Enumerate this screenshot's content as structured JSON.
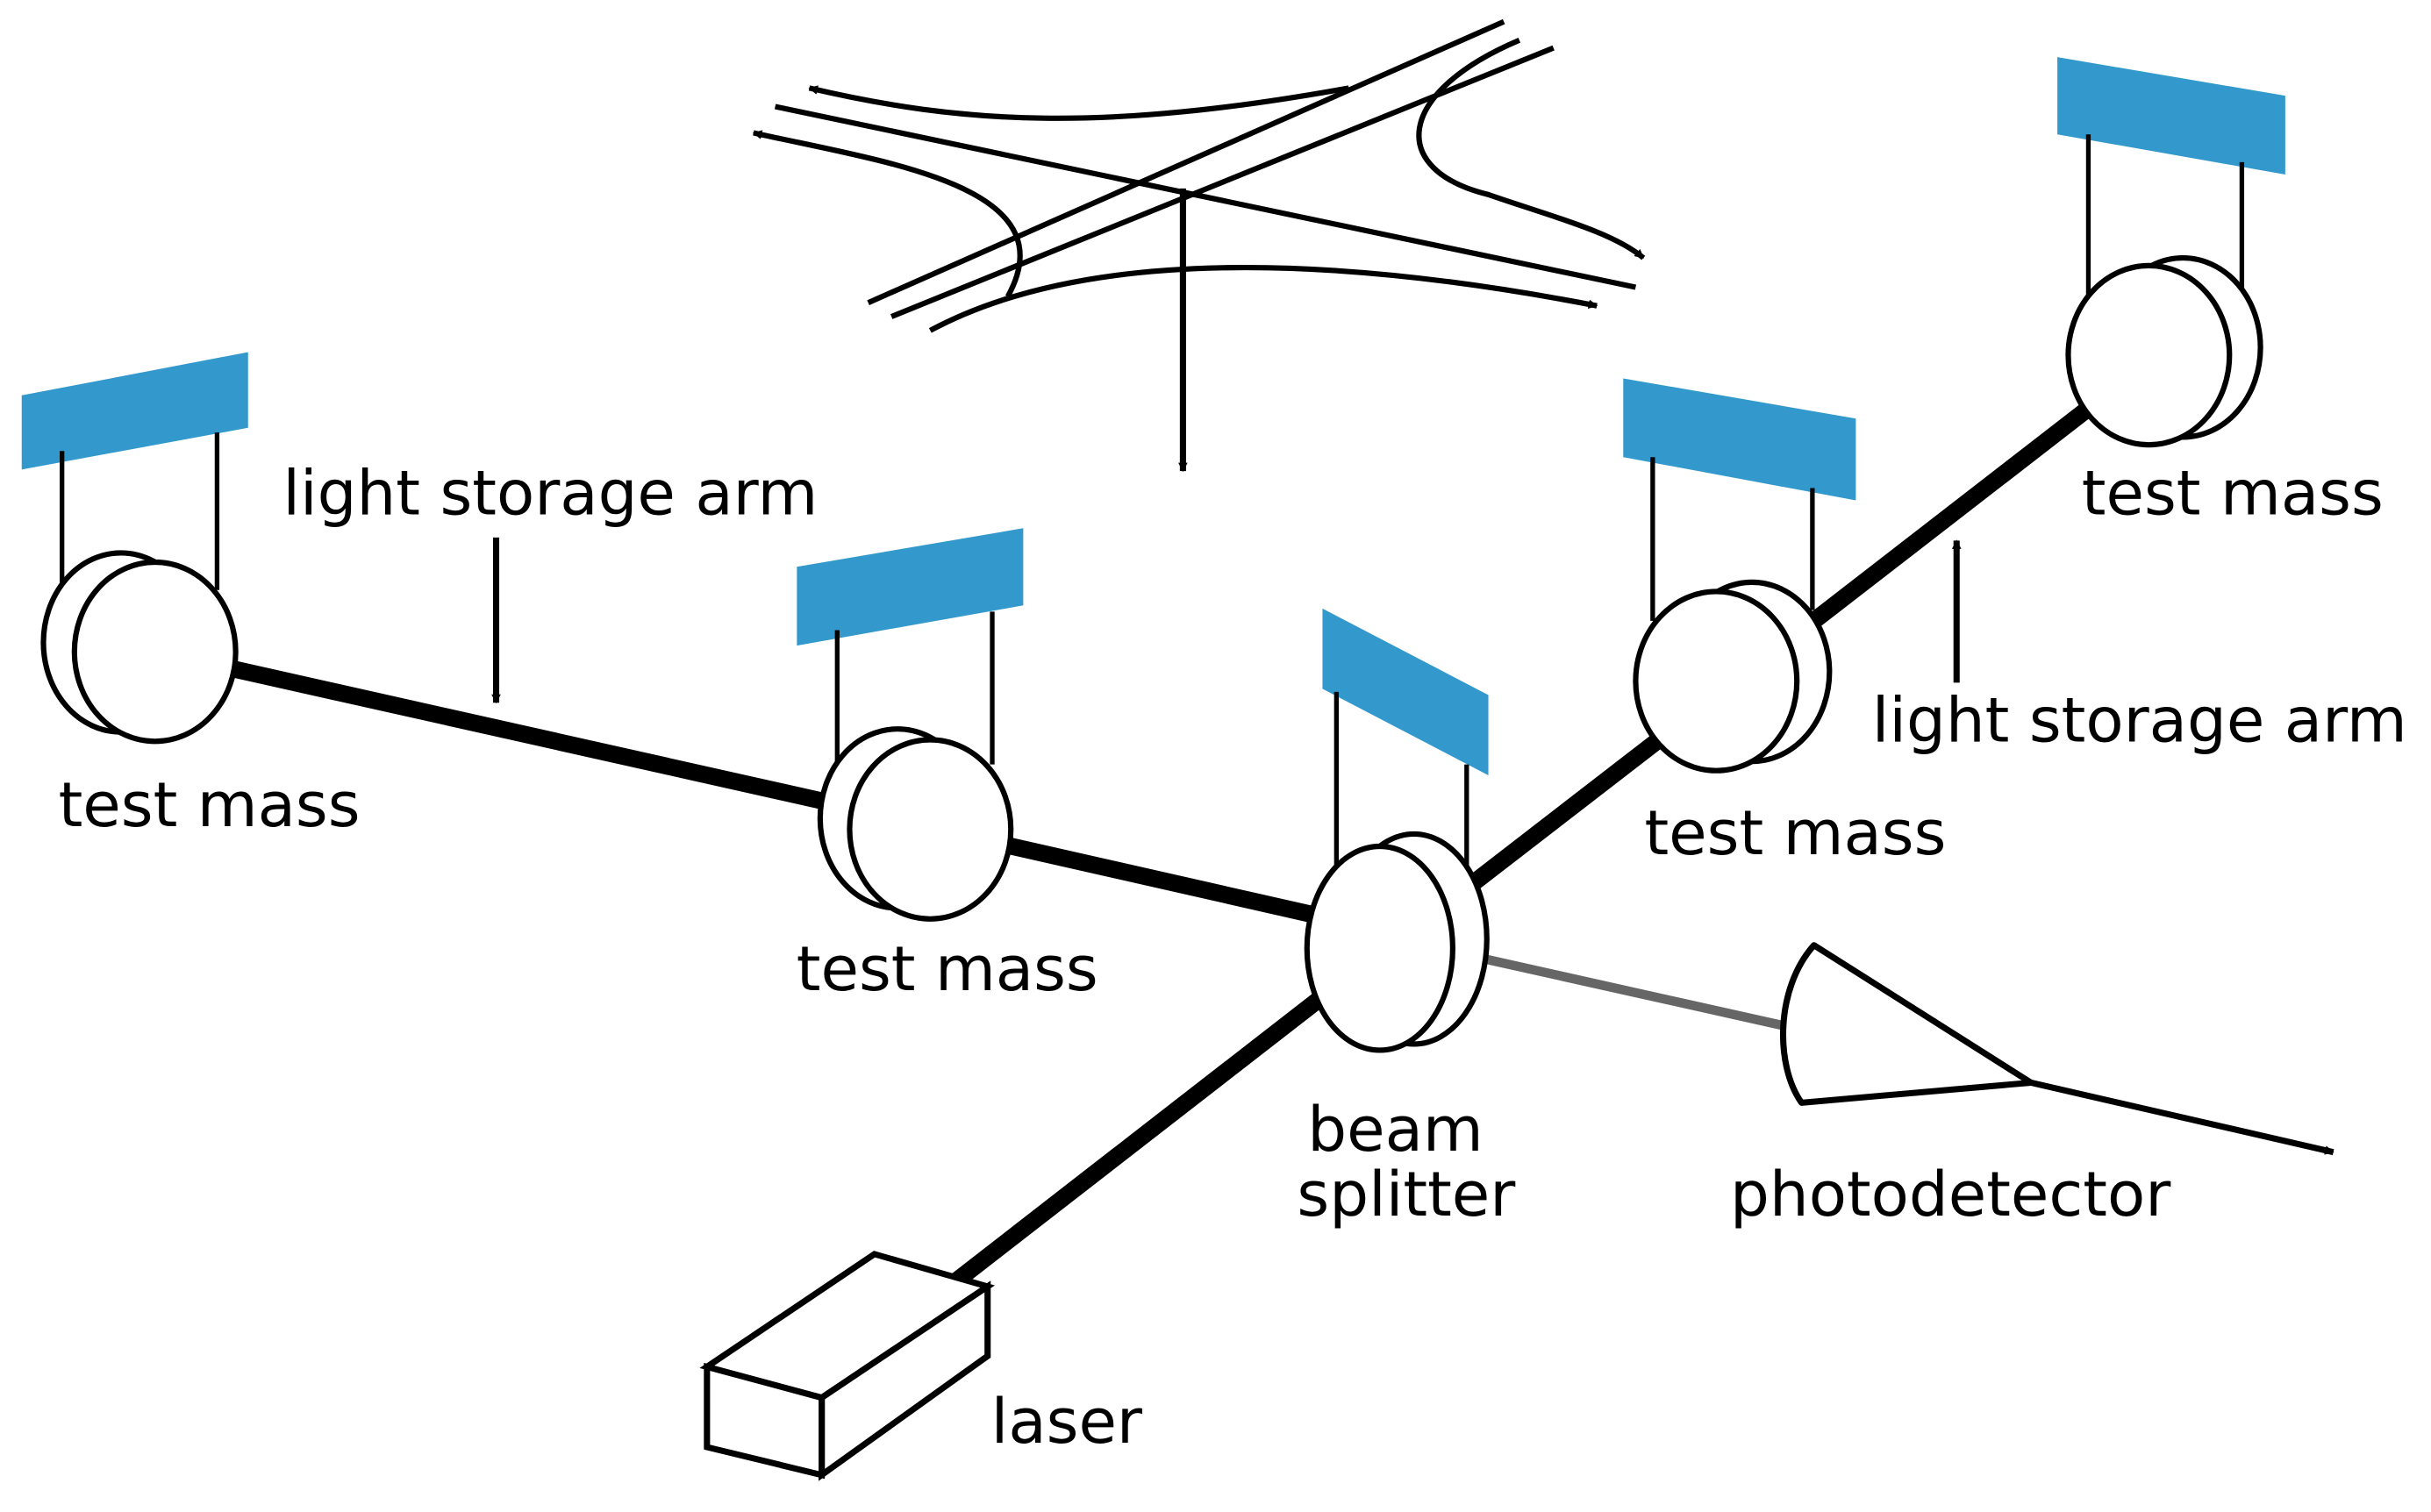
{
  "colors": {
    "support": "#3399cc",
    "beam": "#000000",
    "output_beam": "#666666",
    "outline": "#000000",
    "background": "#ffffff"
  },
  "labels": {
    "light_storage_arm_left": "light storage arm",
    "light_storage_arm_right": "light storage arm",
    "test_mass_far_left": "test mass",
    "test_mass_near_left": "test mass",
    "test_mass_near_right": "test mass",
    "test_mass_far_right": "test mass",
    "beam_splitter_line1": "beam",
    "beam_splitter_line2": "splitter",
    "photodetector": "photodetector",
    "laser": "laser"
  }
}
